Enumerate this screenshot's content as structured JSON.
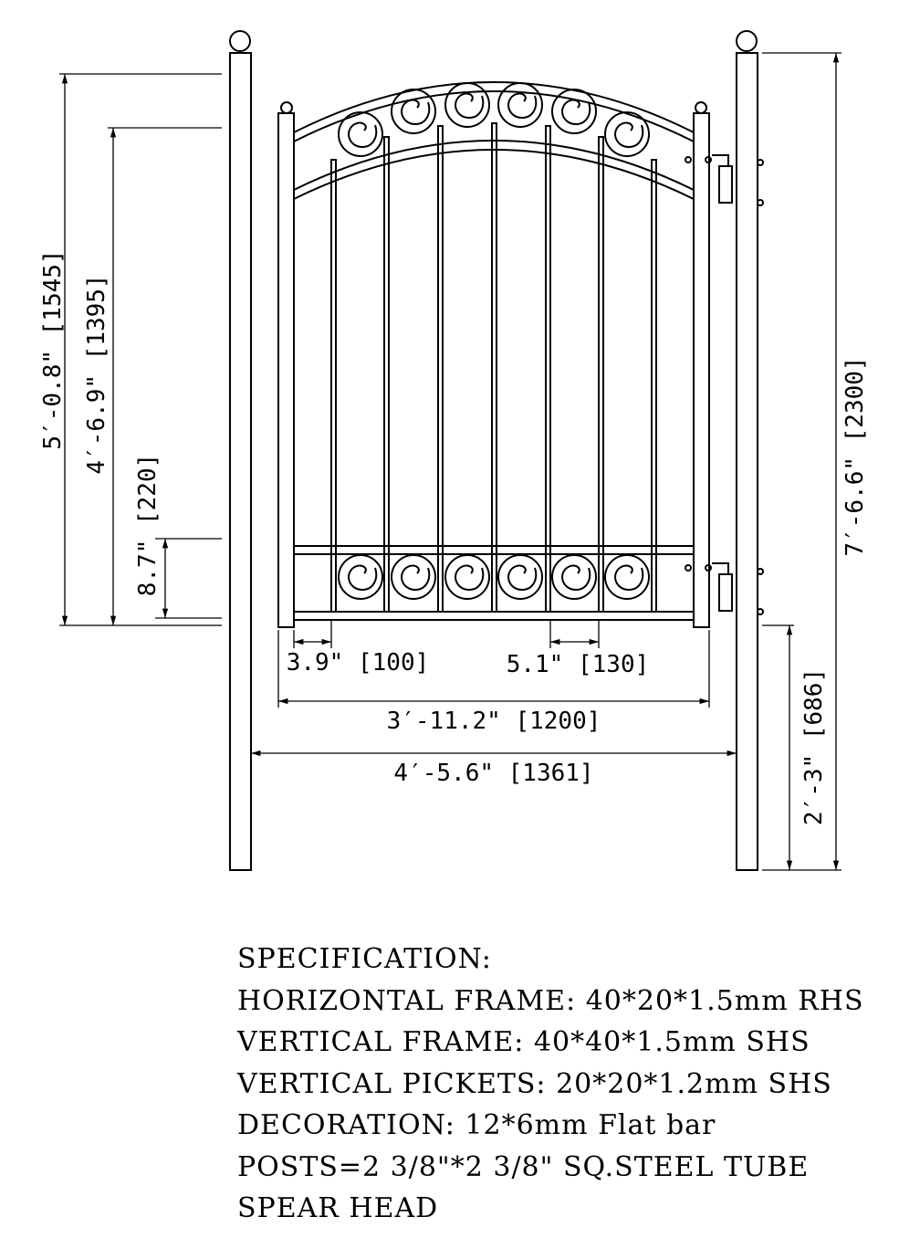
{
  "dimensions": {
    "overall_post_height": "7′-6.6\" [2300]",
    "gate_end_height": "5′-0.8\" [1545]",
    "gate_side_height": "4′-6.9\" [1395]",
    "bottom_panel_height": "8.7\" [220]",
    "ground_clearance": "2′-3\" [686]",
    "end_gap": "3.9\" [100]",
    "picket_spacing": "5.1\" [130]",
    "gate_width": "3′-11.2\" [1200]",
    "post_spacing": "4′-5.6\" [1361]"
  },
  "specification": {
    "title": "SPECIFICATION:",
    "lines": [
      "HORIZONTAL FRAME: 40*20*1.5mm RHS",
      "VERTICAL FRAME: 40*40*1.5mm SHS",
      "VERTICAL PICKETS: 20*20*1.2mm SHS",
      "DECORATION: 12*6mm Flat bar",
      "POSTS=2 3/8\"*2 3/8\" SQ.STEEL TUBE",
      "SPEAR HEAD"
    ]
  }
}
